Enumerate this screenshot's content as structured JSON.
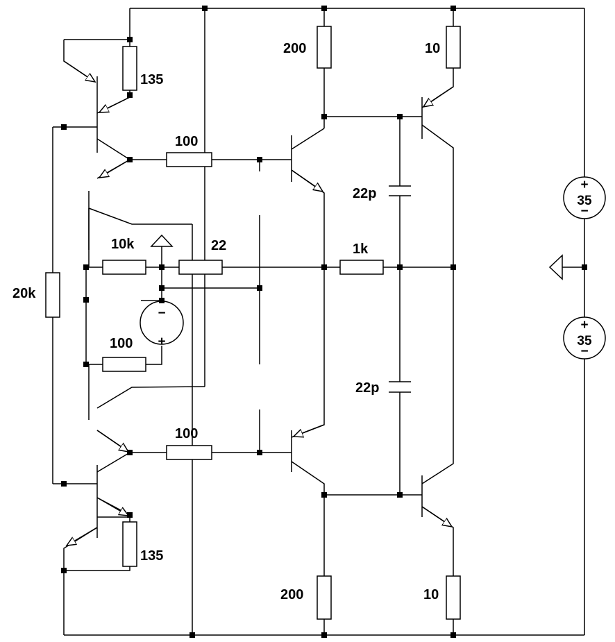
{
  "schematic": {
    "colors": {
      "line": "#000000",
      "background": "#ffffff"
    },
    "resistors": [
      {
        "id": "r-mirror-top",
        "value": "135"
      },
      {
        "id": "r-base-top",
        "value": "100"
      },
      {
        "id": "r-emit-top-left",
        "value": "200"
      },
      {
        "id": "r-emit-top-right",
        "value": "10"
      },
      {
        "id": "r-input",
        "value": "10k"
      },
      {
        "id": "r-series",
        "value": "22"
      },
      {
        "id": "r-feedback",
        "value": "1k"
      },
      {
        "id": "r-bias",
        "value": "20k"
      },
      {
        "id": "r-vsrc",
        "value": "100"
      },
      {
        "id": "r-base-bottom",
        "value": "100"
      },
      {
        "id": "r-mirror-bottom",
        "value": "135"
      },
      {
        "id": "r-emit-bottom-left",
        "value": "200"
      },
      {
        "id": "r-emit-bottom-right",
        "value": "10"
      }
    ],
    "capacitors": [
      {
        "id": "c-top",
        "value": "22p"
      },
      {
        "id": "c-bottom",
        "value": "22p"
      }
    ],
    "supplies": [
      {
        "id": "vs-top",
        "value": "35",
        "plus": "+",
        "minus": "−"
      },
      {
        "id": "vs-bottom",
        "value": "35",
        "plus": "+",
        "minus": "−"
      }
    ],
    "input_source": {
      "plus": "+",
      "minus": "−"
    }
  }
}
